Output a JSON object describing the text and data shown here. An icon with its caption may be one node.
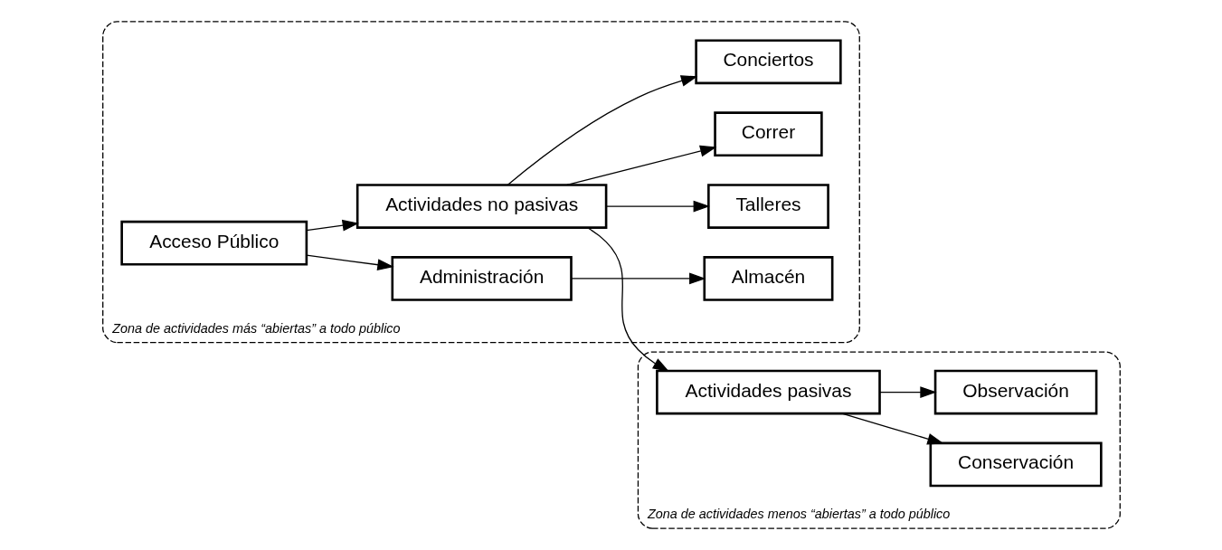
{
  "diagram": {
    "nodes": [
      {
        "text": [
          "Zona de actividades más “abiertas” a todo público"
        ]
      },
      {
        "text": [
          "Acceso Público"
        ],
        "in": 0
      },
      {
        "text": [
          "Administración"
        ],
        "in": 0
      },
      {
        "text": [
          "Almacén"
        ],
        "in": 0
      },
      {
        "text": [
          "Actividades no pasivas"
        ],
        "in": 0
      },
      {
        "text": [
          "Talleres"
        ],
        "in": 0
      },
      {
        "text": [
          "Correr"
        ],
        "in": 0
      },
      {
        "text": [
          "Conciertos"
        ],
        "in": 0
      },
      {
        "text": [
          "Zona de actividades menos “abiertas” a todo público"
        ]
      },
      {
        "text": [
          "Actividades pasivas"
        ],
        "in": 8
      },
      {
        "text": [
          "Conservación"
        ],
        "in": 8
      },
      {
        "text": [
          "Observación"
        ],
        "in": 8
      }
    ],
    "edges": [
      {
        "from": 1,
        "to": 2,
        "arrow": "to"
      },
      {
        "from": 2,
        "to": 3,
        "arrow": "to"
      },
      {
        "from": 1,
        "to": 4,
        "arrow": "to"
      },
      {
        "from": 4,
        "to": 5,
        "arrow": "to"
      },
      {
        "from": 4,
        "to": 6,
        "arrow": "to"
      },
      {
        "from": 4,
        "to": 7,
        "arrow": "to"
      },
      {
        "from": 4,
        "to": 9,
        "arrow": "to"
      },
      {
        "from": 9,
        "to": 10,
        "arrow": "to"
      },
      {
        "from": 9,
        "to": 11,
        "arrow": "to"
      }
    ]
  }
}
